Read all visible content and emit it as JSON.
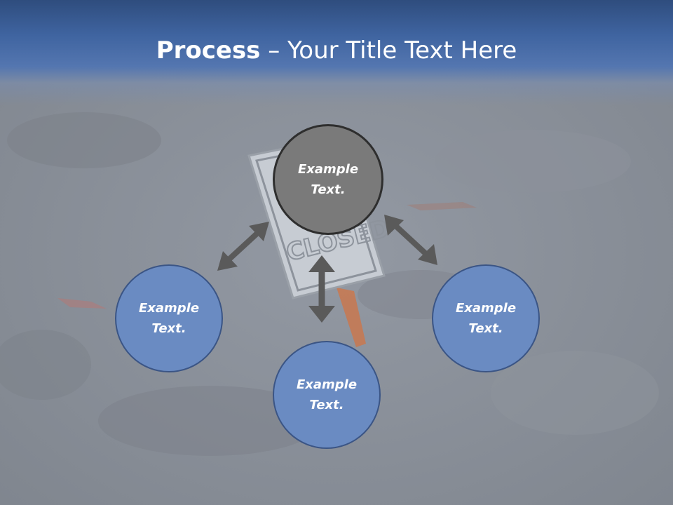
{
  "slide": {
    "title_bold": "Process",
    "title_rest": " – Your Title Text Here"
  },
  "diagram": {
    "nodes": [
      {
        "id": "top",
        "text": "Example Text.",
        "fill": "#7a7a7a"
      },
      {
        "id": "left",
        "text": "Example Text.",
        "fill": "#6a8bc2"
      },
      {
        "id": "bottom",
        "text": "Example Text.",
        "fill": "#6a8bc2"
      },
      {
        "id": "right",
        "text": "Example Text.",
        "fill": "#6a8bc2"
      }
    ],
    "arrows": [
      {
        "from": "top",
        "to": "left",
        "style": "double-headed"
      },
      {
        "from": "top",
        "to": "right",
        "style": "double-headed"
      },
      {
        "from": "top",
        "to": "bottom",
        "style": "double-headed"
      }
    ],
    "arrow_color": "#5a5a5a",
    "background_sign_text": "CLOSED"
  }
}
